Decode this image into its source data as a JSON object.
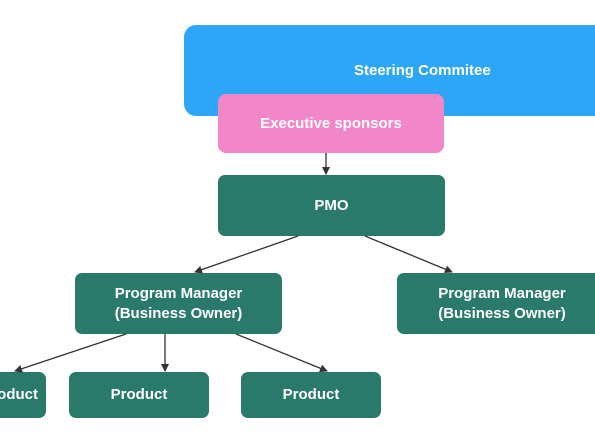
{
  "steering": {
    "label": "Steering Commitee"
  },
  "sponsors": {
    "label": "Executive sponsors"
  },
  "pmo": {
    "label": "PMO"
  },
  "program_managers": [
    {
      "line1": "Program Manager",
      "line2": "(Business Owner)"
    },
    {
      "line1": "Program Manager",
      "line2": "(Business Owner)"
    }
  ],
  "products": [
    {
      "label": "Product"
    },
    {
      "label": "Product"
    },
    {
      "label": "Product"
    }
  ],
  "colors": {
    "steering": "#2ea6f7",
    "sponsors": "#f186c8",
    "node": "#2a7a6c",
    "connector": "#333333"
  }
}
